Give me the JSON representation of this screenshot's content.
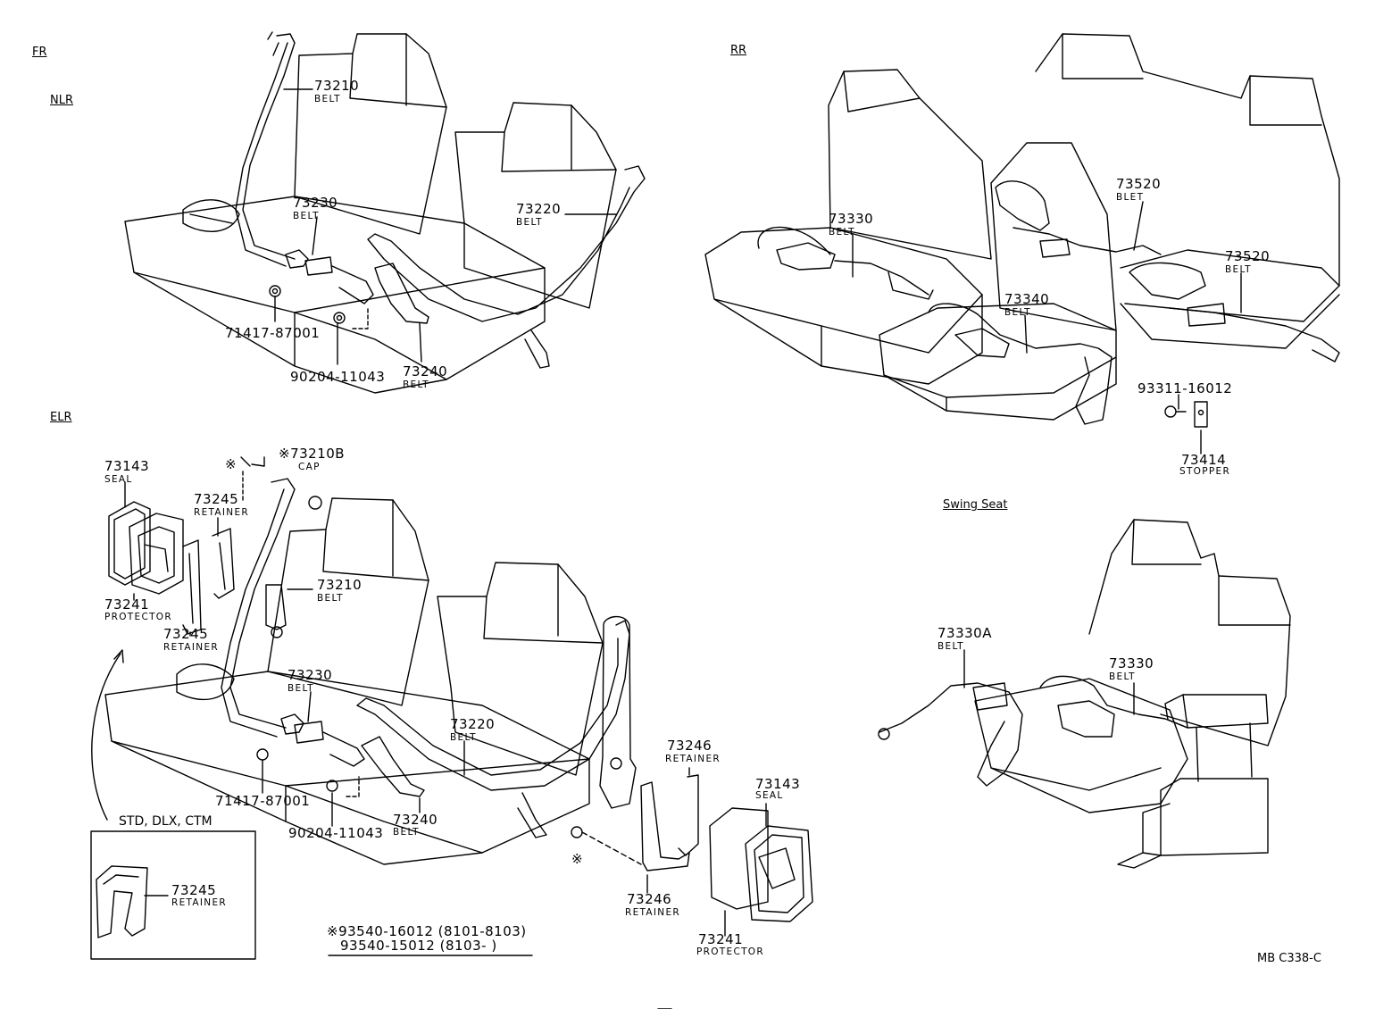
{
  "sections": {
    "fr": "FR",
    "nlr": "NLR",
    "rr": "RR",
    "elr": "ELR",
    "swing": "Swing Seat"
  },
  "nlr_parts": {
    "p73210": {
      "number": "73210",
      "name": "BELT"
    },
    "p73230": {
      "number": "73230",
      "name": "BELT"
    },
    "p73220": {
      "number": "73220",
      "name": "BELT"
    },
    "p71417": {
      "number": "71417-87001"
    },
    "p90204": {
      "number": "90204-11043"
    },
    "p73240": {
      "number": "73240",
      "name": "BELT"
    }
  },
  "rr_parts": {
    "p73330": {
      "number": "73330",
      "name": "BELT"
    },
    "p73520a": {
      "number": "73520",
      "name": "BLET"
    },
    "p73520b": {
      "number": "73520",
      "name": "BELT"
    },
    "p73340": {
      "number": "73340",
      "name": "BELT"
    },
    "p93311": {
      "number": "93311-16012"
    },
    "p73414": {
      "number": "73414",
      "name": "STOPPER"
    }
  },
  "elr_parts": {
    "p73143a": {
      "number": "73143",
      "name": "SEAL"
    },
    "p73210b": {
      "number": "73210B",
      "name": "CAP"
    },
    "p73245a": {
      "number": "73245",
      "name": "RETAINER"
    },
    "p73241a": {
      "number": "73241",
      "name": "PROTECTOR"
    },
    "p73245b": {
      "number": "73245",
      "name": "RETAINER"
    },
    "p73210": {
      "number": "73210",
      "name": "BELT"
    },
    "p73230": {
      "number": "73230",
      "name": "BELT"
    },
    "p73220": {
      "number": "73220",
      "name": "BELT"
    },
    "p71417": {
      "number": "71417-87001"
    },
    "p90204": {
      "number": "90204-11043"
    },
    "p73240": {
      "number": "73240",
      "name": "BELT"
    },
    "p73246a": {
      "number": "73246",
      "name": "RETAINER"
    },
    "p73246b": {
      "number": "73246",
      "name": "RETAINER"
    },
    "p73143b": {
      "number": "73143",
      "name": "SEAL"
    },
    "p73241b": {
      "number": "73241",
      "name": "PROTECTOR"
    },
    "p73245c": {
      "number": "73245",
      "name": "RETAINER"
    }
  },
  "swing_parts": {
    "p73330a": {
      "number": "73330A",
      "name": "BELT"
    },
    "p73330": {
      "number": "73330",
      "name": "BELT"
    }
  },
  "notes": {
    "variants": "STD, DLX, CTM",
    "bolt1": "※93540-16012 (8101-8103)",
    "bolt2": "93540-15012 (8103-        )",
    "star": "※",
    "code": "MB C338-C"
  },
  "colors": {
    "ink": "#000000",
    "paper": "#ffffff"
  }
}
